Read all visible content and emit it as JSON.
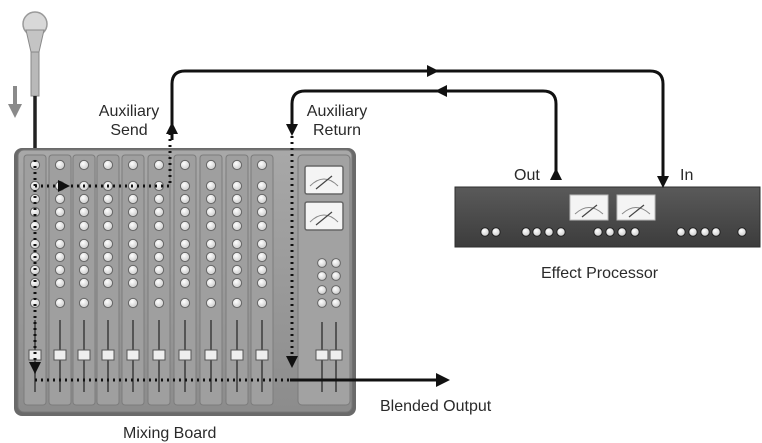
{
  "labels": {
    "aux_send_line1": "Auxiliary",
    "aux_send_line2": "Send",
    "aux_return_line1": "Auxiliary",
    "aux_return_line2": "Return",
    "out": "Out",
    "in": "In",
    "effect_processor": "Effect Processor",
    "blended_output": "Blended Output",
    "mixing_board": "Mixing Board"
  },
  "colors": {
    "board_fill": "#9a9a9a",
    "board_dark": "#6e6e6e",
    "processor_fill": "#4a4a4a",
    "knob": "#f2f2f2",
    "arrow": "#111111",
    "meter_face": "#f4f4f4"
  },
  "icons": [
    "microphone-icon",
    "signal-down-arrow-icon",
    "vu-meter-icon",
    "fader-icon",
    "knob-icon"
  ]
}
